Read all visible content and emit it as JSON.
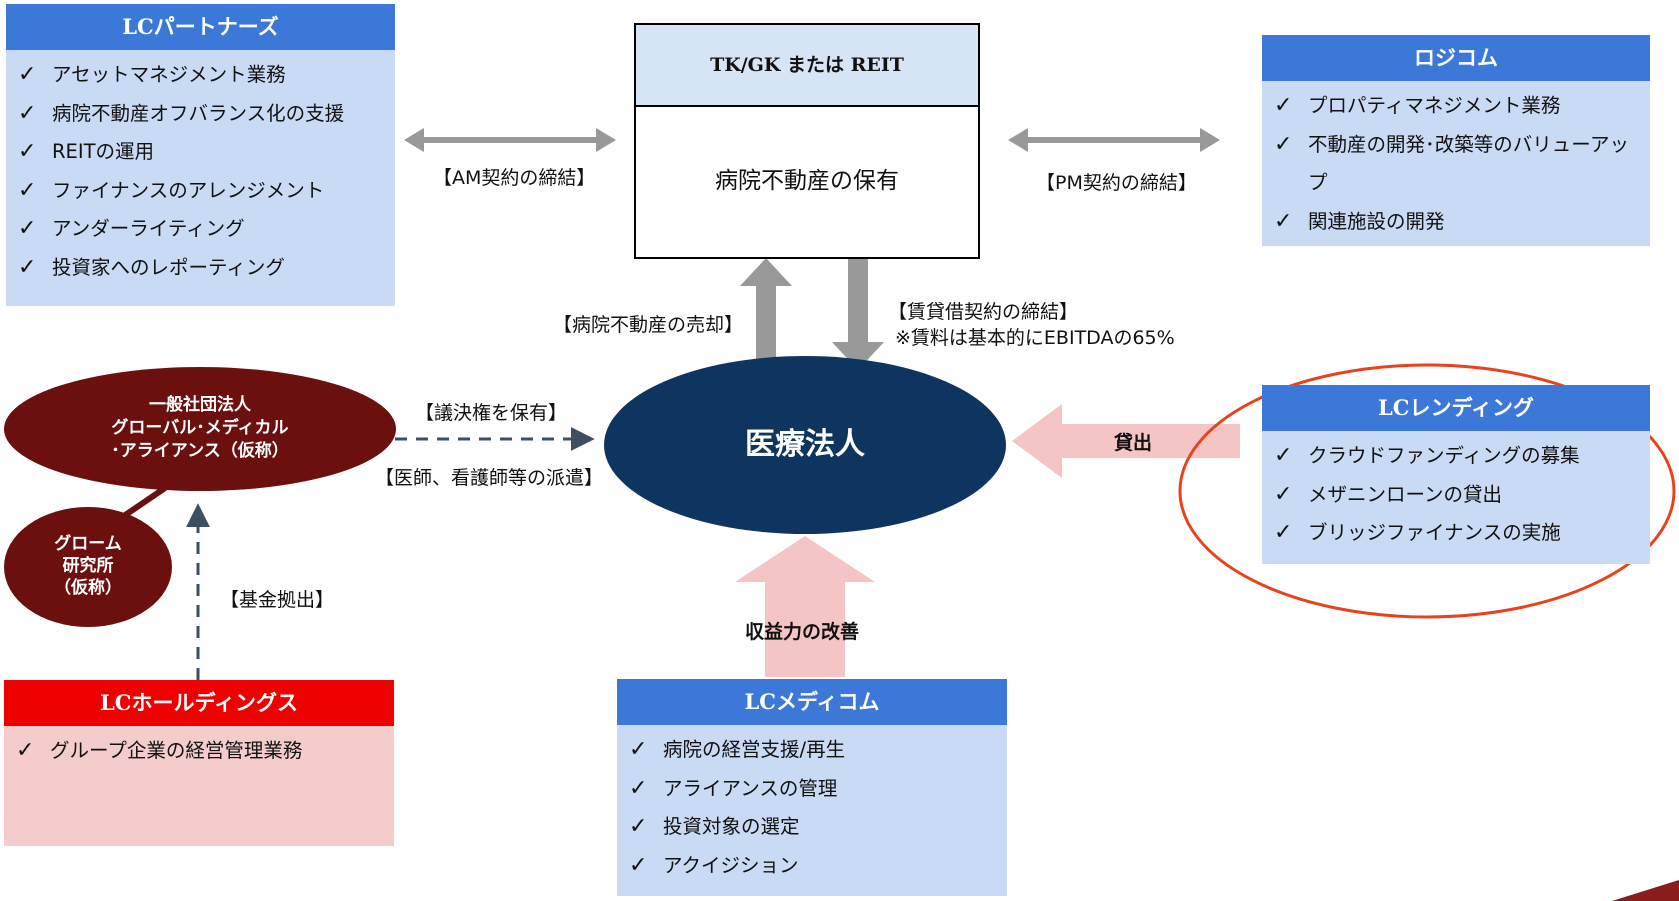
{
  "lc_partners": {
    "title": "LCパートナーズ",
    "items": [
      "アセットマネジメント業務",
      "病院不動産オフバランス化の支援",
      "REITの運用",
      "ファイナンスのアレンジメント",
      "アンダーライティング",
      "投資家へのレポーティング"
    ]
  },
  "logicom": {
    "title": "ロジコム",
    "items": [
      "プロパティマネジメント業務",
      "不動産の開発･改築等のバリューアップ",
      "関連施設の開発"
    ]
  },
  "tk_gk": {
    "title": "TK/GK または REIT",
    "body": "病院不動産の保有"
  },
  "lc_lending": {
    "title": "LCレンディング",
    "items": [
      "クラウドファンディングの募集",
      "メザニンローンの貸出",
      "ブリッジファイナンスの実施"
    ]
  },
  "lc_holdings": {
    "title": "LCホールディングス",
    "items": [
      "グループ企業の経営管理業務"
    ]
  },
  "lc_medicom": {
    "title": "LCメディコム",
    "items": [
      "病院の経営支援/再生",
      "アライアンスの管理",
      "投資対象の選定",
      "アクイジション"
    ]
  },
  "medical_corp": {
    "label": "医療法人"
  },
  "alliance": {
    "line1": "一般社団法人",
    "line2": "グローバル･メディカル",
    "line3": "･アライアンス（仮称）"
  },
  "glom": {
    "line1": "グローム",
    "line2": "研究所",
    "line3": "（仮称）"
  },
  "labels": {
    "am_contract": "【AM契約の締結】",
    "pm_contract": "【PM契約の締結】",
    "sale": "【病院不動産の売却】",
    "lease": "【賃貸借契約の締結】",
    "rent_note": "※賃料は基本的にEBITDAの65%",
    "voting": "【議決権を保有】",
    "dispatch": "【医師、看護師等の派遣】",
    "fund": "【基金拠出】",
    "lending": "貸出",
    "profit": "収益力の改善"
  },
  "check_mark": "✓",
  "colors": {
    "blue_header": "#3c78d8",
    "blue_body": "#c9daf5",
    "red_header": "#ee0000",
    "red_body": "#f4cccc",
    "navy_ellipse": "#0e3460",
    "dark_red_ellipse": "#6b0f0f",
    "highlight_circle": "#e8431c"
  }
}
